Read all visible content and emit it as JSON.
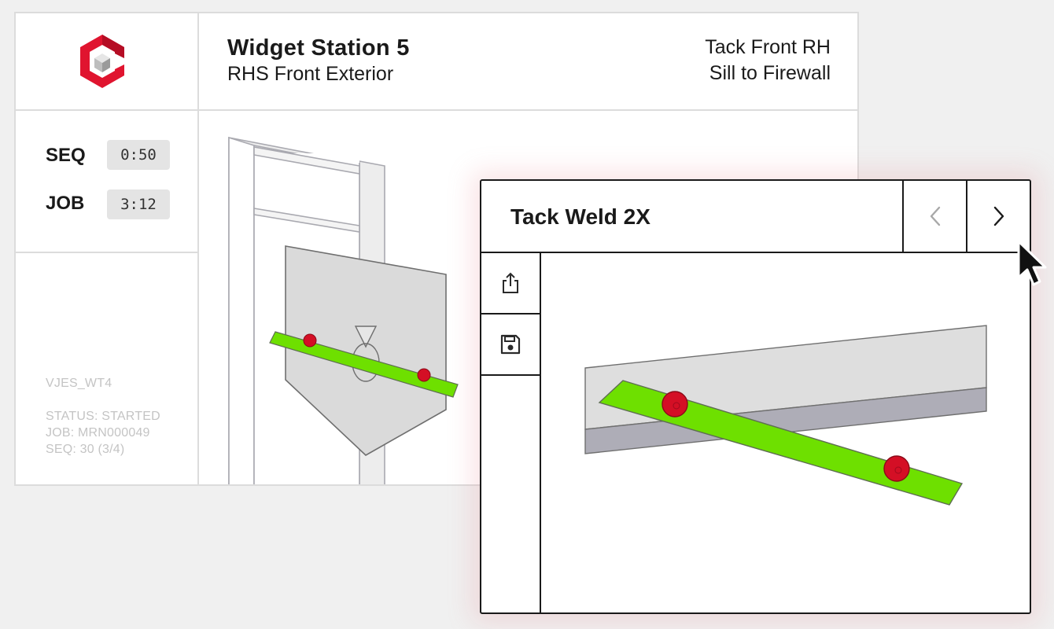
{
  "header": {
    "station_title": "Widget Station 5",
    "station_subtitle": "RHS Front Exterior",
    "task_line_1": "Tack Front RH",
    "task_line_2": "Sill to Firewall"
  },
  "timers": [
    {
      "label": "SEQ",
      "value": "0:50"
    },
    {
      "label": "JOB",
      "value": "3:12"
    }
  ],
  "info": {
    "workstation": "VJES_WT4",
    "status": "STATUS: STARTED",
    "job": "JOB: MRN000049",
    "seq": "SEQ: 30 (3/4)"
  },
  "popup": {
    "title": "Tack Weld 2X"
  },
  "icons": {
    "logo": "cube-logo-icon",
    "prev": "chevron-left-icon",
    "next": "chevron-right-icon",
    "share": "share-icon",
    "save": "save-icon",
    "cursor": "mouse-pointer-icon"
  },
  "colors": {
    "brand_red": "#e0142f",
    "weld_strip": "#6ee000",
    "weld_point": "#d40f25",
    "part_gray": "#dcdcdc",
    "part_shadow": "#aeadb7",
    "frame_outline": "#a9a9b0"
  }
}
